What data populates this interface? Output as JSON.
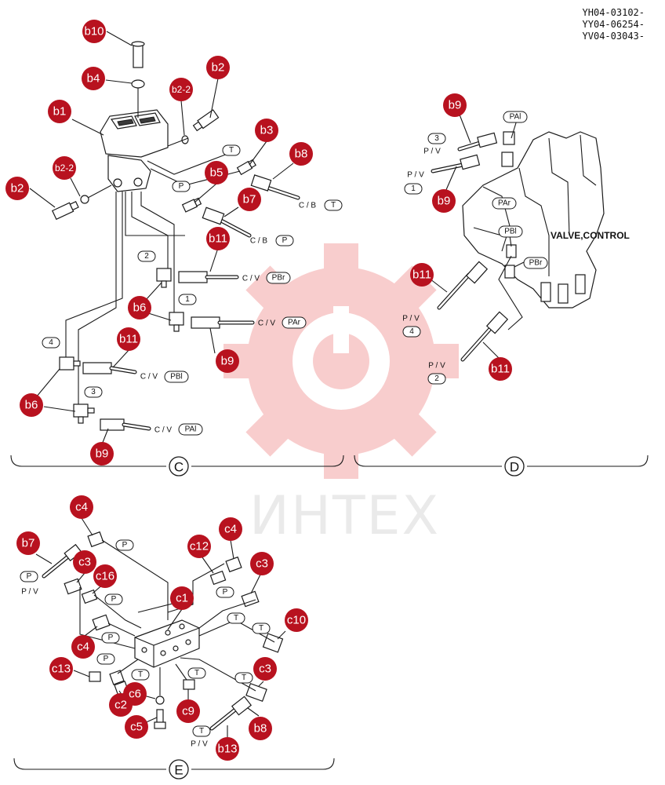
{
  "header": {
    "codes": [
      "YH04-03102-",
      "YY04-06254-",
      "YV04-03043-"
    ]
  },
  "watermark": {
    "text": "ИНТЕХ",
    "color": "#f7c6c6"
  },
  "colors": {
    "badge": "#b8121f",
    "line": "#1a1a1a"
  },
  "sections": {
    "c": "C",
    "d": "D",
    "e": "E"
  },
  "valve_title": "VALVE,CONTROL",
  "badges": {
    "b10": "b10",
    "b4": "b4",
    "b2": "b2",
    "b2_2": "b2-2",
    "b1": "b1",
    "b3": "b3",
    "b2_2b": "b2-2",
    "b5": "b5",
    "b8": "b8",
    "b2b": "b2",
    "b7": "b7",
    "b11a": "b11",
    "b6a": "b6",
    "b11b": "b11",
    "b9a": "b9",
    "b6b": "b6",
    "b9b": "b9",
    "b9c": "b9",
    "b9d": "b9",
    "b11c": "b11",
    "b11d": "b11",
    "c4a": "c4",
    "c4b": "c4",
    "c12": "c12",
    "c3a": "c3",
    "c3b": "c3",
    "c16": "c16",
    "b7e": "b7",
    "c1": "c1",
    "c10": "c10",
    "c4c": "c4",
    "c13": "c13",
    "c3c": "c3",
    "c6": "c6",
    "c2": "c2",
    "c9": "c9",
    "c5": "c5",
    "b8e": "b8",
    "b13": "b13"
  },
  "pills": {
    "T": "T",
    "P": "P",
    "n1": "1",
    "n2": "2",
    "n3": "3",
    "n4": "4",
    "PBr": "PBr",
    "PAr": "PAr",
    "PBl": "PBl",
    "PAl": "PAl"
  },
  "labels": {
    "cb": "C / B",
    "cv": "C / V",
    "pv": "P / V"
  }
}
